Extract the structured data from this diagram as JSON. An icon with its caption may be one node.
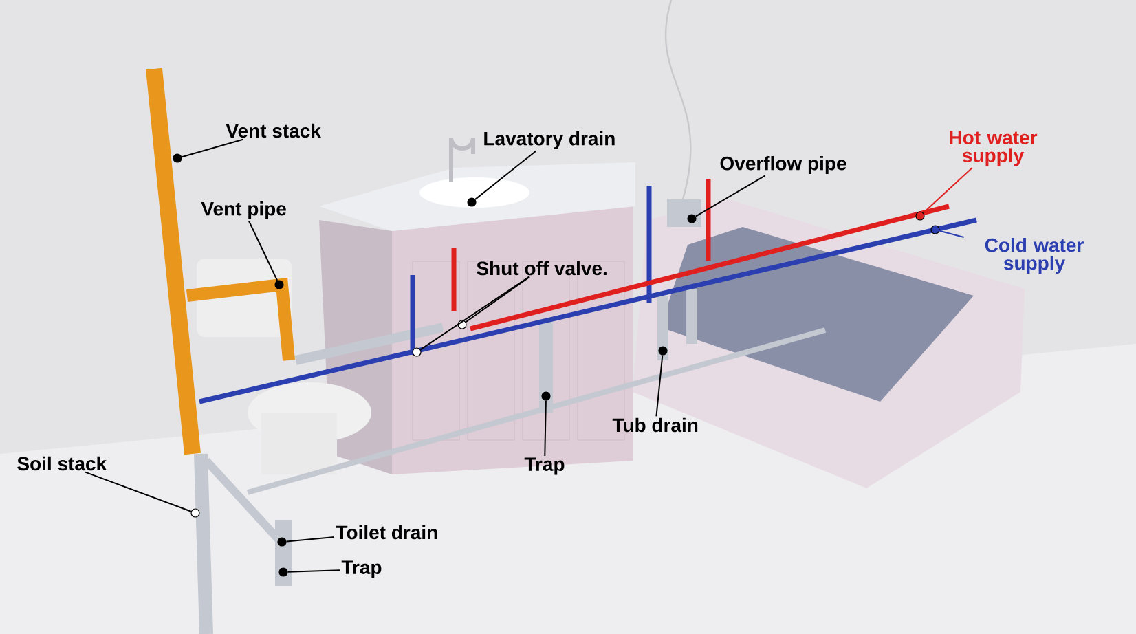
{
  "diagram": {
    "nodes": [
      {
        "text": [
          "Vent stack"
        ]
      },
      {
        "text": [
          "Lavatory drain"
        ]
      },
      {
        "text": [
          "Hot water supply"
        ]
      },
      {
        "text": [
          "Overflow pipe"
        ]
      },
      {
        "text": [
          "Vent pipe"
        ]
      },
      {
        "text": [
          "Cold water supply"
        ]
      },
      {
        "text": [
          "Shut off valve."
        ]
      },
      {
        "text": [
          "Tub drain"
        ]
      },
      {
        "text": [
          "Trap"
        ]
      },
      {
        "text": [
          "Soil stack"
        ]
      },
      {
        "text": [
          "Toilet drain"
        ]
      },
      {
        "text": [
          "Trap"
        ]
      },
      {
        "text": [],
        "shape": "circle"
      },
      {
        "text": [],
        "shape": "circle"
      },
      {
        "text": [],
        "shape": "circle"
      },
      {
        "text": [],
        "shape": "circle"
      },
      {
        "text": [],
        "shape": "circle"
      },
      {
        "text": [],
        "shape": "circle"
      },
      {
        "text": [],
        "shape": "circle"
      },
      {
        "text": [],
        "shape": "circle"
      },
      {
        "text": [],
        "shape": "circle"
      },
      {
        "text": [],
        "shape": "circle"
      },
      {
        "text": [],
        "shape": "circle"
      },
      {
        "text": [],
        "shape": "circle"
      },
      {
        "text": [],
        "shape": "circle"
      }
    ],
    "edges": [
      {
        "from": 0,
        "to": 12,
        "arrow": "none"
      },
      {
        "from": 1,
        "to": 13,
        "arrow": "none"
      },
      {
        "from": 2,
        "to": 14,
        "arrow": "none",
        "color": "#e0201f"
      },
      {
        "from": 3,
        "to": 15,
        "arrow": "none"
      },
      {
        "from": 4,
        "to": 16,
        "arrow": "none"
      },
      {
        "from": 5,
        "to": 17,
        "arrow": "none",
        "color": "#2b3fb0"
      },
      {
        "from": 6,
        "to": 18,
        "arrow": "none"
      },
      {
        "from": 6,
        "to": 19,
        "arrow": "none"
      },
      {
        "from": 7,
        "to": 20,
        "arrow": "none"
      },
      {
        "from": 8,
        "to": 21,
        "arrow": "none"
      },
      {
        "from": 9,
        "to": 22,
        "arrow": "none"
      },
      {
        "from": 10,
        "to": 23,
        "arrow": "none"
      },
      {
        "from": 11,
        "to": 24,
        "arrow": "none"
      }
    ]
  }
}
